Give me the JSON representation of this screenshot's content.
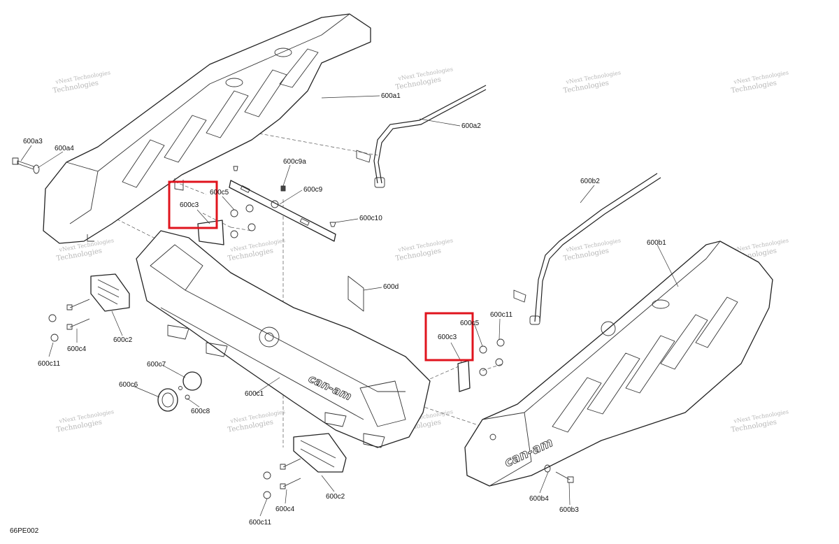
{
  "drawing_code": "66PE002",
  "watermark": {
    "line1": "vNext",
    "line2": "Technologies",
    "line_small": "vNext Technologies"
  },
  "brand_mark": "can-am",
  "part_labels": {
    "a1": "600a1",
    "a2": "600a2",
    "a3": "600a3",
    "a4": "600a4",
    "b1": "600b1",
    "b2": "600b2",
    "b3": "600b3",
    "b4": "600b4",
    "c1": "600c1",
    "c2": "600c2",
    "c3": "600c3",
    "c4": "600c4",
    "c5": "600c5",
    "c6": "600c6",
    "c7": "600c7",
    "c8": "600c8",
    "c9": "600c9",
    "c9a": "600c9a",
    "c10": "600c10",
    "c11": "600c11",
    "d": "600d"
  },
  "highlight_color": "#e0141e"
}
